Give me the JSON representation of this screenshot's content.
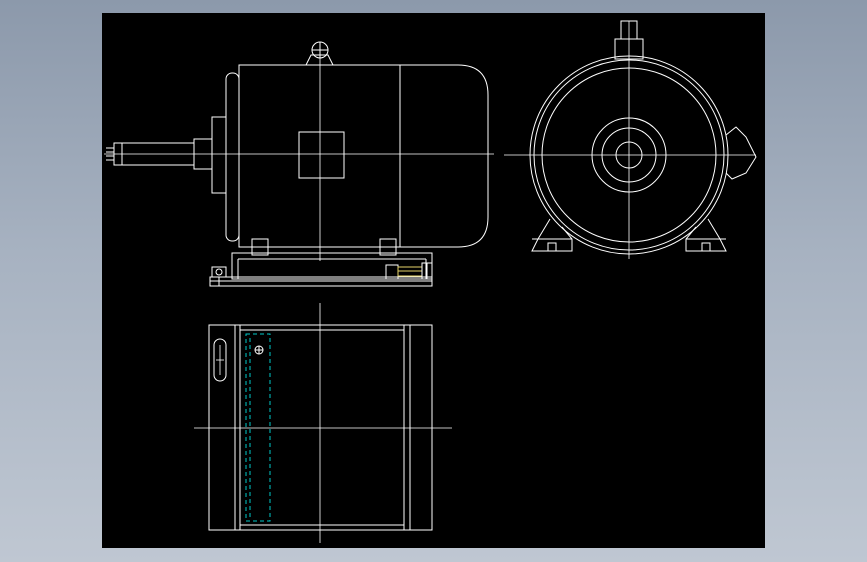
{
  "drawing": {
    "background": "#000000",
    "frame_color": "#ffffff",
    "highlight_color": "#00c8c8",
    "accent_color": "#e6d46a",
    "views": [
      "side-elevation",
      "end-elevation",
      "plan-view"
    ]
  }
}
